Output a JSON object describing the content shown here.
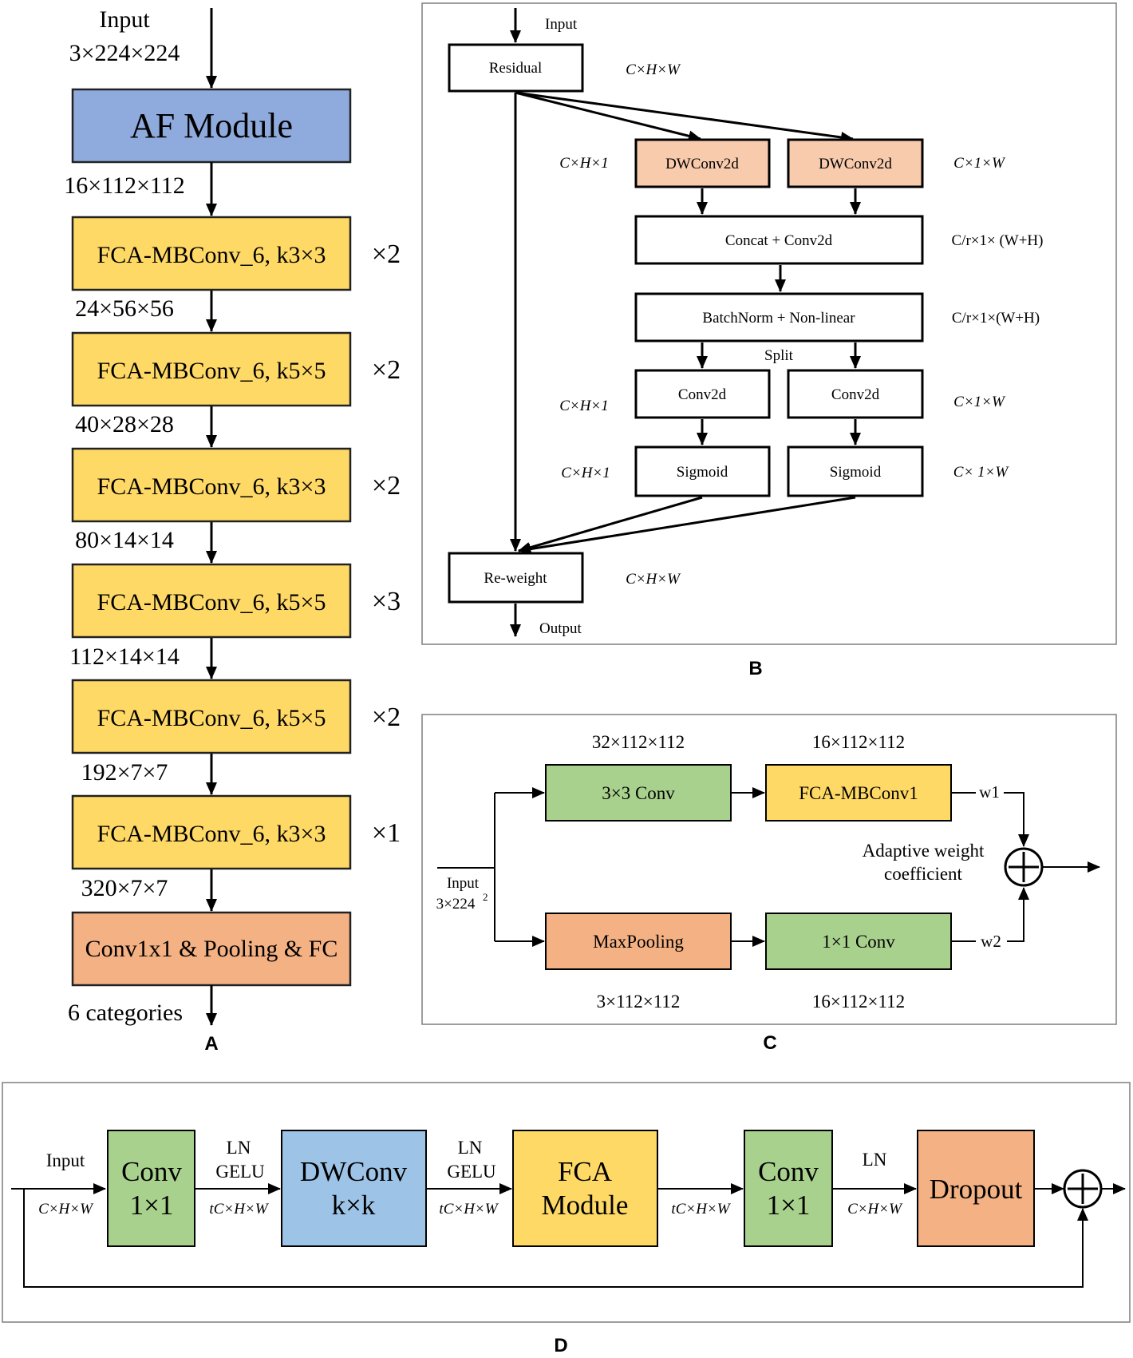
{
  "colors": {
    "af_module": "#8faadc",
    "yellow": "#ffd966",
    "orange": "#f4b183",
    "peach": "#f8cbad",
    "green": "#a9d18e",
    "blue": "#9dc3e6",
    "line": "#000000",
    "frame": "#7f7f7f"
  },
  "panel_a": {
    "label": "A",
    "input_title": "Input",
    "input_dim": "3×224×224",
    "af_module": "AF Module",
    "dims": [
      "16×112×112",
      "24×56×56",
      "40×28×28",
      "80×14×14",
      "112×14×14",
      "192×7×7",
      "320×7×7"
    ],
    "blocks": [
      {
        "label": "FCA-MBConv_6, k3×3",
        "repeat": "×2"
      },
      {
        "label": "FCA-MBConv_6, k5×5",
        "repeat": "×2"
      },
      {
        "label": "FCA-MBConv_6, k3×3",
        "repeat": "×2"
      },
      {
        "label": "FCA-MBConv_6, k5×5",
        "repeat": "×3"
      },
      {
        "label": "FCA-MBConv_6, k5×5",
        "repeat": "×2"
      },
      {
        "label": "FCA-MBConv_6, k3×3",
        "repeat": "×1"
      }
    ],
    "final_block": "Conv1x1 & Pooling & FC",
    "output": "6 categories"
  },
  "panel_b": {
    "label": "B",
    "input": "Input",
    "output": "Output",
    "residual": "Residual",
    "dwconv_left": "DWConv2d",
    "dwconv_right": "DWConv2d",
    "concat": "Concat + Conv2d",
    "batchnorm": "BatchNorm + Non-linear",
    "split": "Split",
    "conv_left": "Conv2d",
    "conv_right": "Conv2d",
    "sigmoid_left": "Sigmoid",
    "sigmoid_right": "Sigmoid",
    "reweight": "Re-weight",
    "dim_residual": "C×H×W",
    "dim_reweight": "C×H×W",
    "dim_left_1": "C×H×1",
    "dim_left_2": "C×H×1",
    "dim_left_3": "C×H×1",
    "dim_right_1": "C×1×W",
    "dim_right_concat": "C/r×1× (W+H)",
    "dim_right_bn": "C/r×1×(W+H)",
    "dim_right_2": "C×1×W",
    "dim_right_3": "C× 1×W"
  },
  "panel_c": {
    "label": "C",
    "conv3": "3×3 Conv",
    "fca_mbconv1": "FCA-MBConv1",
    "maxpool": "MaxPooling",
    "conv1": "1×1 Conv",
    "dim_conv3": "32×112×112",
    "dim_fca": "16×112×112",
    "dim_maxpool": "3×112×112",
    "dim_conv1": "16×112×112",
    "input": "Input",
    "input_dim": "3×224",
    "input_dim_sup": "2",
    "w1": "w1",
    "w2": "w2",
    "adaptive_line1": "Adaptive weight",
    "adaptive_line2": "coefficient"
  },
  "panel_d": {
    "label": "D",
    "input": "Input",
    "conv1_l1": "Conv",
    "conv1_l2": "1×1",
    "dwconv_l1": "DWConv",
    "dwconv_l2": "k×k",
    "fca_l1": "FCA",
    "fca_l2": "Module",
    "conv2_l1": "Conv",
    "conv2_l2": "1×1",
    "dropout": "Dropout",
    "ln_gelu_1_a": "LN",
    "ln_gelu_1_b": "GELU",
    "ln_gelu_2_a": "LN",
    "ln_gelu_2_b": "GELU",
    "ln_3": "LN",
    "dim_1": "C×H×W",
    "dim_2": "tC×H×W",
    "dim_3": "tC×H×W",
    "dim_4": "tC×H×W",
    "dim_5": "C×H×W"
  }
}
